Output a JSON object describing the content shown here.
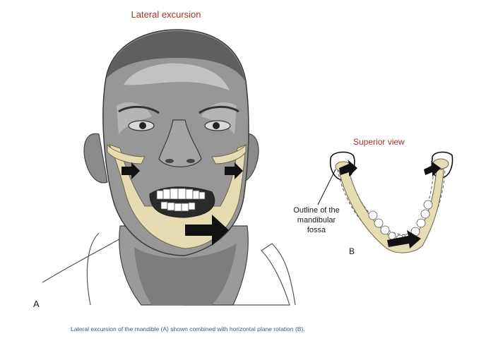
{
  "figure": {
    "panel_a_title": "Lateral excursion",
    "panel_b_title": "Superior view",
    "panel_a_letter": "A",
    "panel_b_letter": "B",
    "fossa_label": "Outline of the\nmandibular\nfossa",
    "caption": "Lateral excursion of the mandible (A) shown combined with horizontal plane rotation (B)."
  },
  "colors": {
    "title_color": "#a0352b",
    "caption_color": "#3d5a80",
    "bone_color": "#e6dcb4",
    "skin_dark": "#6e6e6e",
    "skin_mid": "#8f8f8f",
    "skin_light": "#b9b9b9",
    "arrow_color": "#111111"
  },
  "icons": {
    "large_arrow": "right-pointing-arrow",
    "condyle_arrows": "movement-arrow"
  }
}
